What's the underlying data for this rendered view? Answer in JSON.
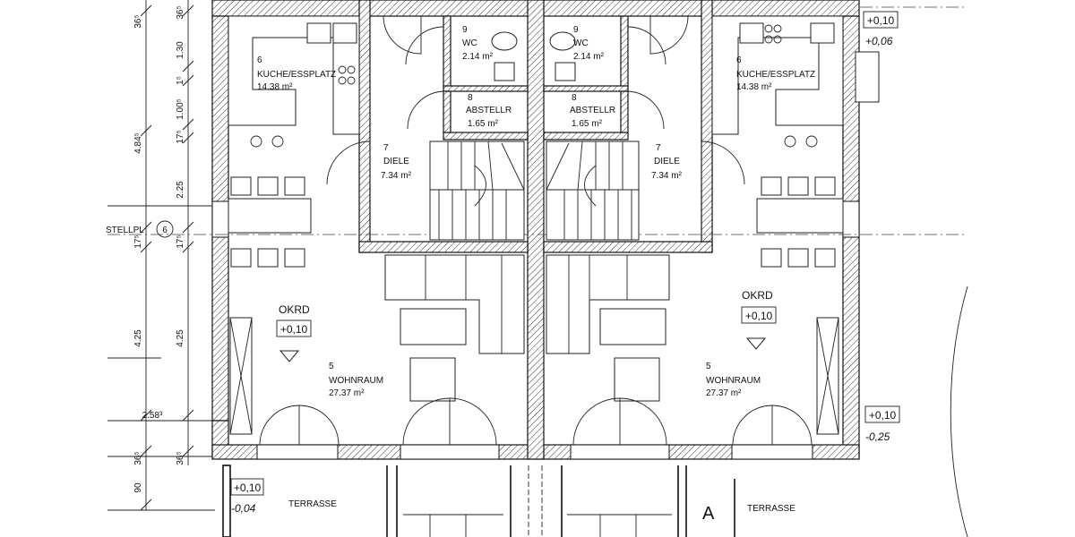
{
  "units": {
    "left": {
      "kitchen": {
        "number": "6",
        "name": "KUCHE/ESSPLATZ",
        "area": "14.38 m²"
      },
      "wc": {
        "number": "9",
        "name": "WC",
        "area": "2.14 m²"
      },
      "storage": {
        "number": "8",
        "name": "ABSTELLR",
        "area": "1.65 m²"
      },
      "hall": {
        "number": "7",
        "name": "DIELE",
        "area": "7.34 m²"
      },
      "living": {
        "number": "5",
        "name": "WOHNRAUM",
        "area": "27.37 m²"
      },
      "okrd_label": "OKRD",
      "okrd_value": "+0,10"
    },
    "right": {
      "kitchen": {
        "number": "6",
        "name": "KUCHE/ESSPLATZ",
        "area": "14.38 m²"
      },
      "wc": {
        "number": "9",
        "name": "WC",
        "area": "2.14 m²"
      },
      "storage": {
        "number": "8",
        "name": "ABSTELLR",
        "area": "1.65 m²"
      },
      "hall": {
        "number": "7",
        "name": "DIELE",
        "area": "7.34 m²"
      },
      "living": {
        "number": "5",
        "name": "WOHNRAUM",
        "area": "27.37 m²"
      },
      "okrd_label": "OKRD",
      "okrd_value": "+0,10"
    }
  },
  "terrace": {
    "left_label": "TERRASSE",
    "right_label": "TERRASSE"
  },
  "levels": {
    "top_right_box": "+0,10",
    "top_right_sub": "+0,06",
    "mid_right_box": "+0,10",
    "mid_right_sub": "-0,25",
    "bottom_left_box": "+0,10",
    "bottom_left_sub": "-0,04"
  },
  "parking": {
    "label": "STELLPL",
    "number": "6"
  },
  "section_marker": "A",
  "dimensions": {
    "outer_column": [
      "36⁵",
      "4.84⁵",
      "17⁵",
      "4.25",
      "2.58³",
      "36⁵",
      "90"
    ],
    "inner_column": [
      "36⁵",
      "1.30",
      "1⁵",
      "1.00⁵",
      "17⁵",
      "2.25",
      "17⁵",
      "4.25",
      "36⁵"
    ]
  }
}
